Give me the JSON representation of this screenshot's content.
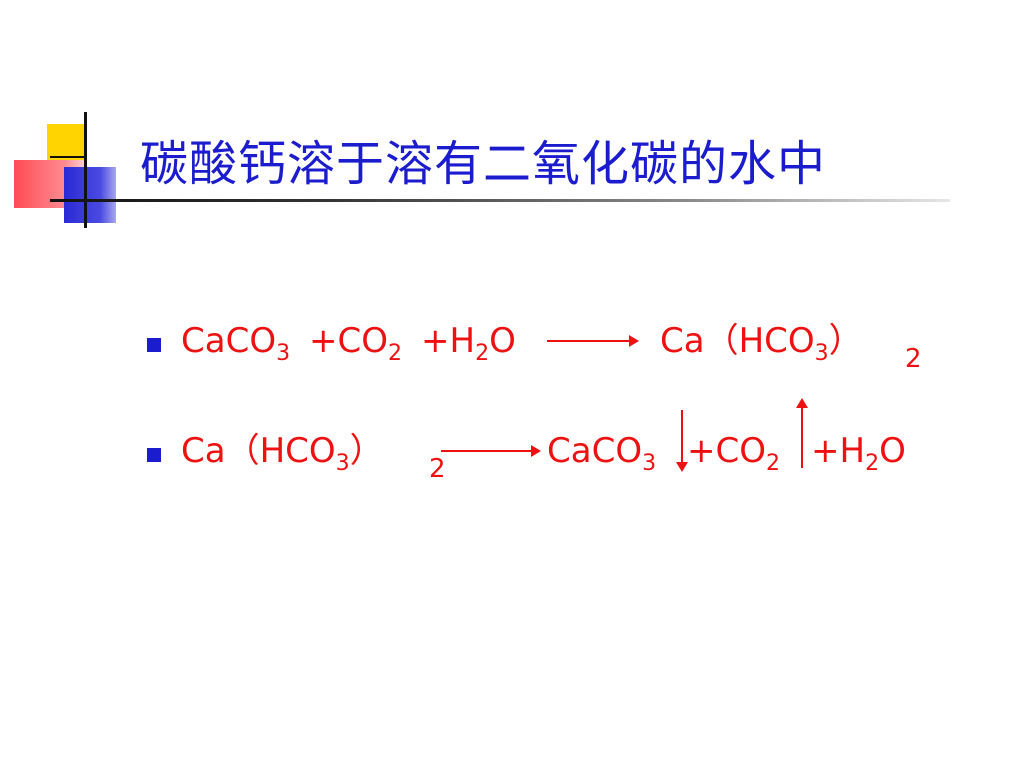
{
  "title": "碳酸钙溶于溶有二氧化碳的水中",
  "colors": {
    "title": "#1c1ccf",
    "equation": "#ee1111",
    "bullet": "#1c1ccf"
  },
  "equations": [
    {
      "reactants": {
        "caco3": {
          "base": "CaCO",
          "sub": "3"
        },
        "plus_co2": {
          "base": "+CO",
          "sub": "2"
        },
        "plus_h2o": {
          "base": "+H",
          "sub": "2",
          "tail": "O"
        }
      },
      "product": {
        "ca": "Ca（HCO",
        "sub": "3",
        "close": "）",
        "outer_sub": "2"
      }
    },
    {
      "reactant": {
        "ca": "Ca（HCO",
        "sub": "3",
        "close": "）",
        "outer_sub": "2"
      },
      "products": {
        "caco3": {
          "base": "CaCO",
          "sub": "3"
        },
        "plus_co2": {
          "base": "+CO",
          "sub": "2"
        },
        "plus_h2o": {
          "base": "+H",
          "sub": "2",
          "tail": "O"
        }
      },
      "precipitate_icon": "down-arrow-icon",
      "gas_icon": "up-arrow-icon"
    }
  ]
}
